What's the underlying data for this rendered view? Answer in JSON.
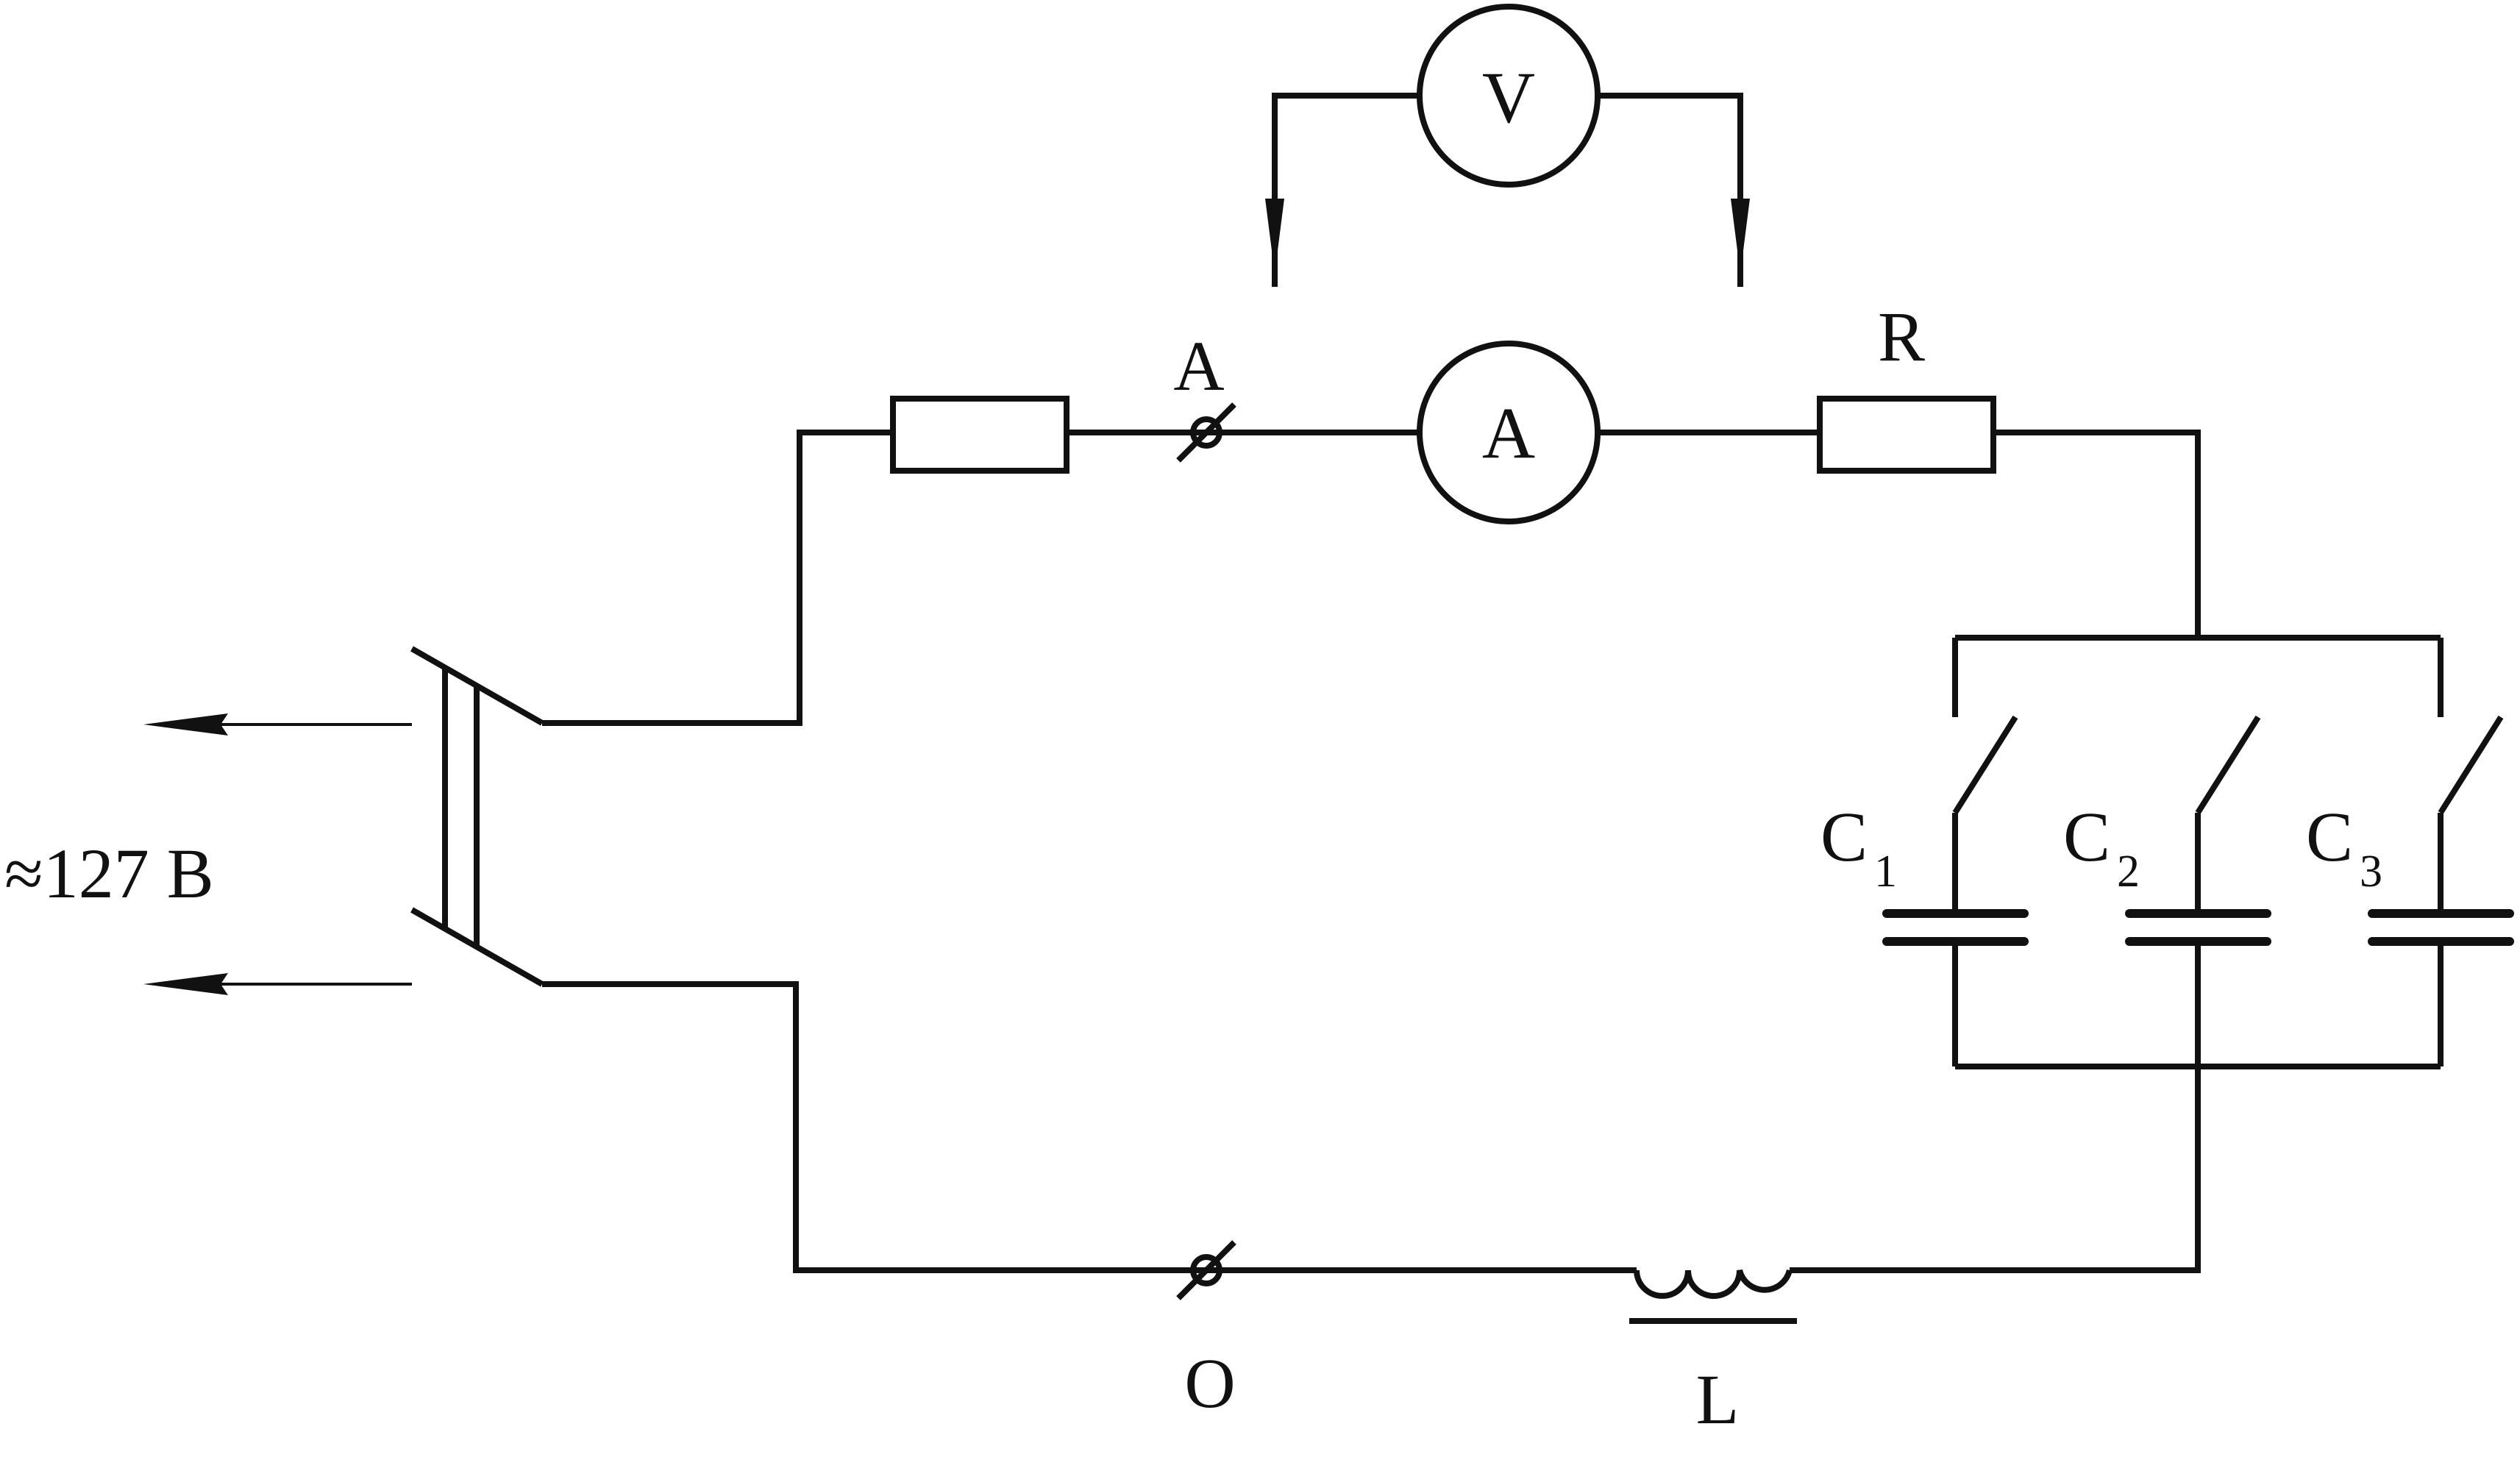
{
  "labels": {
    "supply": "≈127 В",
    "terminal_top": "A",
    "terminal_bottom": "O",
    "ammeter": "A",
    "voltmeter": "V",
    "resistor": "R",
    "inductor": "L",
    "capacitors": [
      {
        "letter": "C",
        "index": "1"
      },
      {
        "letter": "C",
        "index": "2"
      },
      {
        "letter": "C",
        "index": "3"
      }
    ]
  },
  "colors": {
    "line": "#111111",
    "background": "#ffffff"
  }
}
